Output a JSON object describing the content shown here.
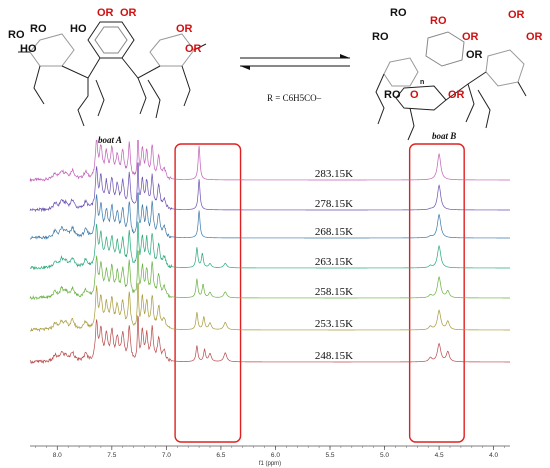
{
  "scheme": {
    "label_a": "boat A",
    "label_b": "boat B",
    "r_definition": "R = C6H5CO–",
    "group_ro": "RO",
    "group_or": "OR",
    "group_ho": "HO",
    "group_o": "O",
    "group_n": "n"
  },
  "chart_data": {
    "type": "line",
    "xlabel": "f1 (ppm)",
    "x_ticks": [
      "8.0",
      "7.5",
      "7.0",
      "6.5",
      "6.0",
      "5.5",
      "5.0",
      "4.5",
      "4.0"
    ],
    "xlim": [
      8.25,
      3.85
    ],
    "series": [
      {
        "name": "283.15K",
        "color": "#c060b8"
      },
      {
        "name": "278.15K",
        "color": "#6a4fb0"
      },
      {
        "name": "268.15K",
        "color": "#3a78a8"
      },
      {
        "name": "263.15K",
        "color": "#2aa878"
      },
      {
        "name": "258.15K",
        "color": "#68b040"
      },
      {
        "name": "253.15K",
        "color": "#a89a3a"
      },
      {
        "name": "248.15K",
        "color": "#b84848"
      }
    ],
    "highlight_regions": [
      [
        6.92,
        6.32
      ],
      [
        4.77,
        4.27
      ]
    ],
    "highlight_color": "#e02020"
  }
}
